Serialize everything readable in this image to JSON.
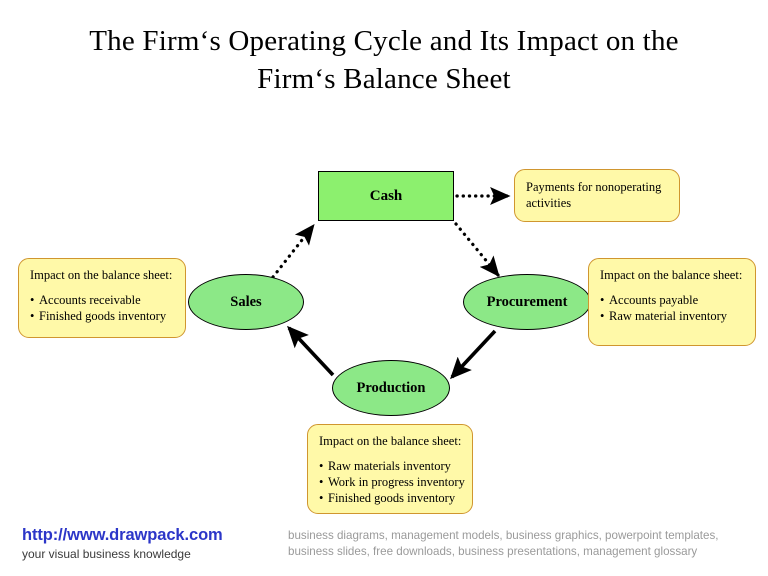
{
  "title": "The Firm‘s Operating Cycle and Its Impact on the Firm‘s Balance Sheet",
  "colors": {
    "cash_fill": "#8cf06e",
    "node_fill": "#8ce887",
    "callout_fill": "#fff9a8",
    "callout_border": "#d0962f",
    "url_blue": "#2c36c8",
    "keywords_gray": "#9a9a9a",
    "arrow_black": "#000000"
  },
  "nodes": {
    "cash": "Cash",
    "sales": "Sales",
    "procurement": "Procurement",
    "production": "Production"
  },
  "callouts": {
    "payments": {
      "text": "Payments for nonoperating activities"
    },
    "sales": {
      "head": "Impact on the balance sheet:",
      "bullets": [
        "Accounts receivable",
        "Finished goods inventory"
      ]
    },
    "procurement": {
      "head": "Impact on the balance sheet:",
      "bullets": [
        "Accounts payable",
        "Raw material inventory"
      ]
    },
    "production": {
      "head": "Impact on the balance sheet:",
      "bullets": [
        "Raw materials inventory",
        "Work in progress inventory",
        "Finished goods inventory"
      ]
    }
  },
  "connectors": [
    {
      "name": "sales-to-cash",
      "from": "Sales",
      "to": "Cash",
      "style": "dotted"
    },
    {
      "name": "cash-to-procurement",
      "from": "Cash",
      "to": "Procurement",
      "style": "dotted"
    },
    {
      "name": "cash-to-payments",
      "from": "Cash",
      "to": "Payments for nonoperating activities",
      "style": "dotted"
    },
    {
      "name": "procurement-to-production",
      "from": "Procurement",
      "to": "Production",
      "style": "solid"
    },
    {
      "name": "production-to-sales",
      "from": "Production",
      "to": "Sales",
      "style": "solid"
    }
  ],
  "footer": {
    "url": "http://www.drawpack.com",
    "tagline": "your visual business knowledge",
    "keywords": "business diagrams, management models, business graphics, powerpoint templates, business slides, free downloads, business presentations, management glossary"
  }
}
